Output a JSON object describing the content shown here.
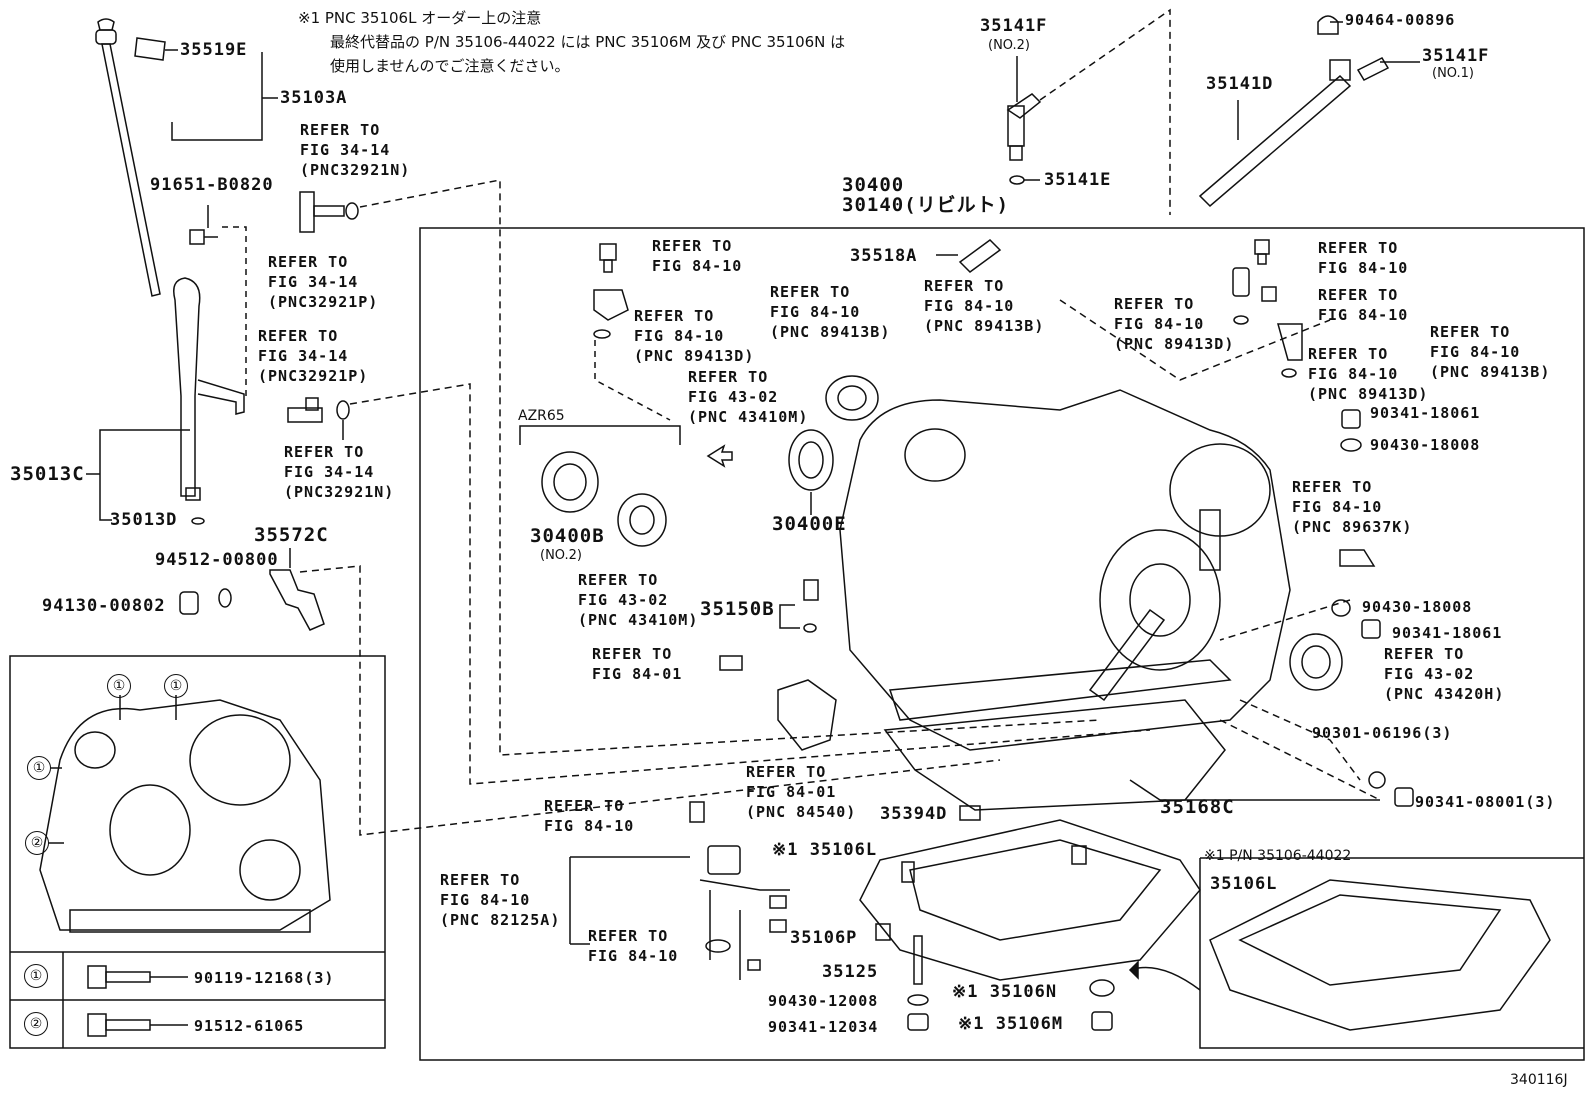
{
  "note": {
    "line1": "※1 PNC 35106L オーダー上の注意",
    "line2": "最終代替品の P/N 35106-44022 には PNC 35106M 及び PNC 35106N は",
    "line3": "使用しませんのでご注意ください。"
  },
  "labels": {
    "p35519E": "35519E",
    "p35103A": "35103A",
    "p91651": "91651-B0820",
    "p35013C": "35013C",
    "p35013D": "35013D",
    "p35572C": "35572C",
    "p94512": "94512-00800",
    "p94130": "94130-00802",
    "p35141F_2": "35141F",
    "no2": "(NO.2)",
    "p35141E": "35141E",
    "p30400": "30400",
    "p30140": "30140(リビルト)",
    "p35518A": "35518A",
    "p90464": "90464-00896",
    "p35141F_1": "35141F",
    "no1": "(NO.1)",
    "p35141D": "35141D",
    "azr65": "AZR65",
    "p30400B": "30400B",
    "p30400B_no": "(NO.2)",
    "p30400E": "30400E",
    "p35150B": "35150B",
    "p90341_18061a": "90341-18061",
    "p90430_18008a": "90430-18008",
    "p90430_18008b": "90430-18008",
    "p90341_18061b": "90341-18061",
    "p90301": "90301-06196(3)",
    "p90341_08001": "90341-08001(3)",
    "p35168C": "35168C",
    "p35394D": "35394D",
    "p35106L_1": "※1 35106L",
    "pn_note": "※1 P/N 35106-44022",
    "p35106L_2": "35106L",
    "p35106P": "35106P",
    "p35125": "35125",
    "p90430_12008": "90430-12008",
    "p90341_12034": "90341-12034",
    "p35106N": "※1 35106N",
    "p35106M": "※1 35106M",
    "fig_id": "340116J"
  },
  "refers": {
    "r1": "REFER TO\nFIG 34-14\n(PNC32921N)",
    "r2": "REFER TO\nFIG 34-14\n(PNC32921P)",
    "r3": "REFER TO\nFIG 34-14\n(PNC32921P)",
    "r4": "REFER TO\nFIG 34-14\n(PNC32921N)",
    "r5": "REFER TO\nFIG 84-10",
    "r6": "REFER TO\nFIG 84-10\n(PNC 89413B)",
    "r7": "REFER TO\nFIG 84-10\n(PNC 89413D)",
    "r8": "REFER TO\nFIG 43-02\n(PNC 43410M)",
    "r9": "REFER TO\nFIG 84-10\n(PNC 89413B)",
    "r10": "REFER TO\nFIG 84-10\n(PNC 89413D)",
    "r11": "REFER TO\nFIG 84-10",
    "r12": "REFER TO\nFIG 84-10",
    "r13": "REFER TO\nFIG 84-10\n(PNC 89413B)",
    "r14": "REFER TO\nFIG 84-10\n(PNC 89413D)",
    "r15": "REFER TO\nFIG 84-10\n(PNC 89637K)",
    "r16": "REFER TO\nFIG 43-02\n(PNC 43410M)",
    "r17": "REFER TO\nFIG 84-01",
    "r18": "REFER TO\nFIG 43-02\n(PNC 43420H)",
    "r19": "REFER TO\nFIG 84-01\n(PNC 84540)",
    "r20": "REFER TO\nFIG 84-10",
    "r21": "REFER TO\nFIG 84-10\n(PNC 82125A)",
    "r22": "REFER TO\nFIG 84-10"
  },
  "table": {
    "row1_num": "①",
    "row1_part": "90119-12168(3)",
    "row2_num": "②",
    "row2_part": "91512-61065"
  },
  "inset_markers": {
    "m1": "①",
    "m2": "②"
  }
}
